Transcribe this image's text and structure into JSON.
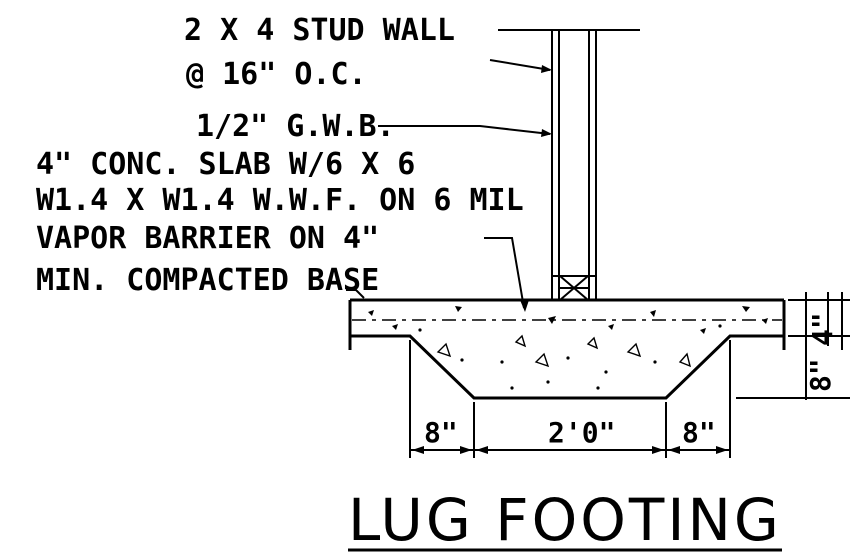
{
  "notes": {
    "stud_wall_line1": "2 X 4 STUD WALL",
    "stud_wall_line2": "@ 16\" O.C.",
    "gwb": "1/2\" G.W.B.",
    "slab_line1": "4\" CONC. SLAB W/6 X 6",
    "slab_line2": "W1.4 X W1.4 W.W.F. ON 6 MIL",
    "slab_line3": "VAPOR BARRIER ON 4\"",
    "slab_line4": "MIN. COMPACTED BASE"
  },
  "dimensions": {
    "left_side": "8\"",
    "bottom_width": "2'0\"",
    "right_side": "8\"",
    "slab_thickness": "4\"",
    "footing_depth": "8\""
  },
  "title": "LUG FOOTING"
}
